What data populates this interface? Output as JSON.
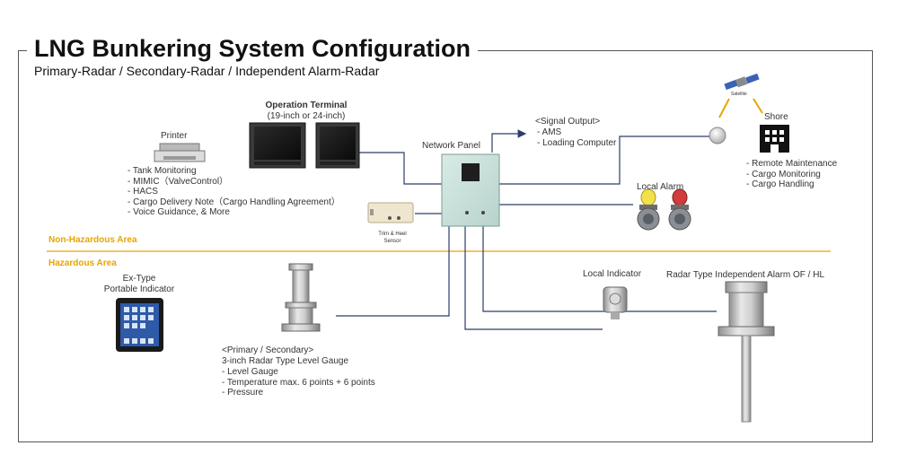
{
  "title": "LNG Bunkering System Configuration",
  "subtitle": "Primary-Radar  / Secondary-Radar  / Independent Alarm-Radar",
  "areas": {
    "non_hazardous": "Non-Hazardous  Area",
    "hazardous": "Hazardous Area"
  },
  "printer": {
    "label": "Printer"
  },
  "operation_terminal": {
    "label": "Operation Terminal",
    "size": "(19-inch or 24-inch)",
    "features": [
      "- Tank Monitoring",
      "- MIMIC（ValveControl）",
      "- HACS",
      "- Cargo Delivery Note（Cargo Handling Agreement）",
      "- Voice Guidance, & More"
    ]
  },
  "network_panel": {
    "label": "Network Panel"
  },
  "signal_output": {
    "label": "<Signal Output>",
    "items": [
      "-  AMS",
      "-  Loading Computer"
    ]
  },
  "shore": {
    "label": "Shore",
    "satellite_label": "Satellite",
    "items": [
      "- Remote Maintenance",
      "- Cargo Monitoring",
      "- Cargo Handling"
    ]
  },
  "local_alarm": {
    "label": "Local Alarm"
  },
  "trim_heel": {
    "label_line1": "Trim  & Heel",
    "label_line2": "Sensor"
  },
  "portable_indicator": {
    "line1": "Ex-Type",
    "line2": "Portable Indicator"
  },
  "level_gauge": {
    "header": "<Primary / Secondary>",
    "name": "3-inch Radar Type Level Gauge",
    "items": [
      "-      Level Gauge",
      "-      Temperature max. 6 points + 6 points",
      "-      Pressure"
    ]
  },
  "local_indicator": {
    "label": "Local Indicator"
  },
  "radar_alarm": {
    "label": "Radar Type Independent Alarm OF / HL"
  },
  "colors": {
    "wire": "#2b3d6b",
    "divider": "#e6a500",
    "area_label": "#e6a500"
  }
}
